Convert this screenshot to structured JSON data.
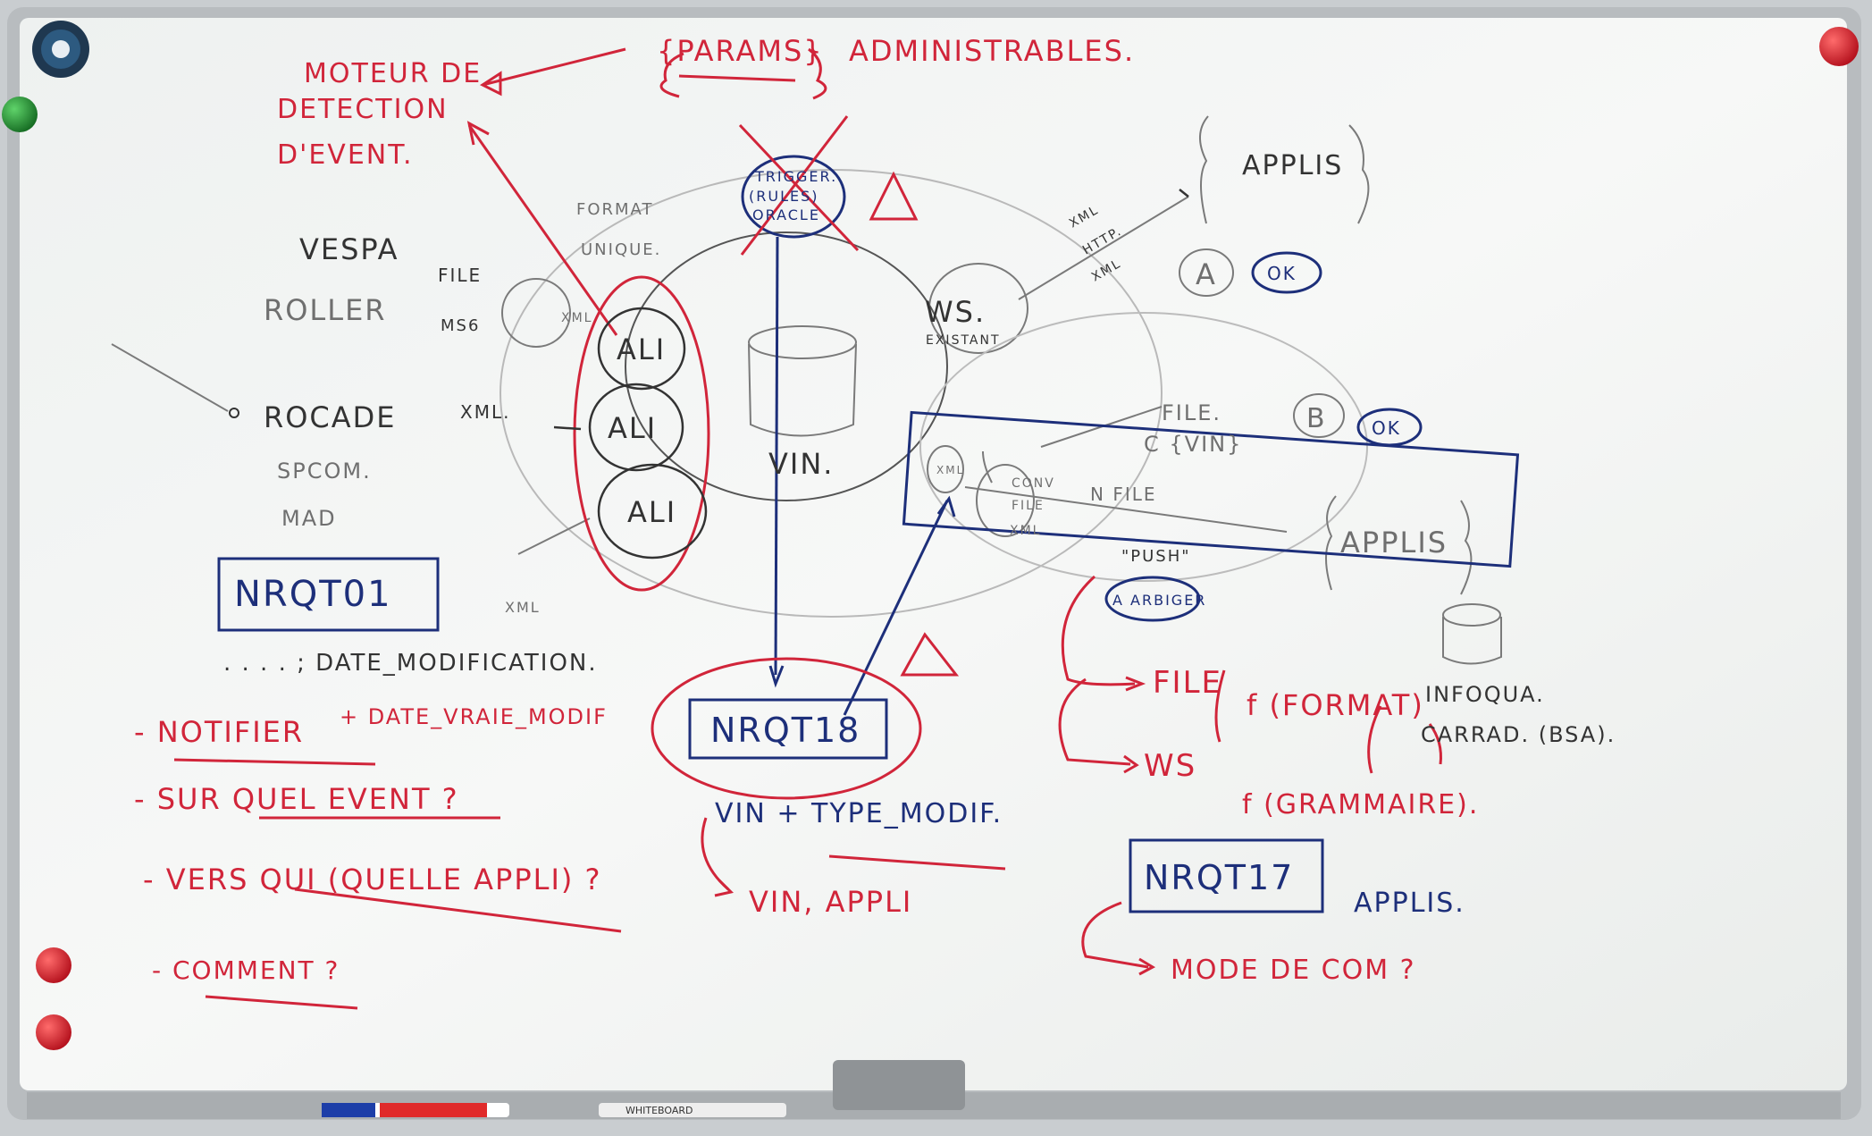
{
  "board": {
    "colors": {
      "red_marker": "#d1253a",
      "blue_marker": "#1d2f7a",
      "gray_marker": "#6f6f6f",
      "black_marker": "#333333",
      "board": "#f4f6f5",
      "frame": "#b8bcbf"
    }
  },
  "top": {
    "params": "{PARAMS}",
    "administrables": "ADMINISTRABLES.",
    "moteur": "MOTEUR DE",
    "detection": "DETECTION",
    "devent": "D'EVENT.",
    "trigger_1": "TRIGGER.",
    "trigger_2": "(RULES)",
    "trigger_3": "ORACLE"
  },
  "left": {
    "vespa": "VESPA",
    "roller": "ROLLER",
    "file": "FILE",
    "ms6": "MS6",
    "xml_small": "XML",
    "format": "FORMAT",
    "unique": "UNIQUE.",
    "rocade": "ROCADE",
    "xml": "XML.",
    "specom": "SPCOM.",
    "mad": "MAD",
    "ali_1": "ALI",
    "ali_2": "ALI",
    "ali_3": "ALI",
    "vin": "VIN.",
    "xml_lower": "XML"
  },
  "nrqt01": {
    "label": "NRQT01",
    "line1": ". . . . ; DATE_MODIFICATION.",
    "line2": "+ DATE_VRAIE_MODIF"
  },
  "nrqt18": {
    "label": "NRQT18",
    "vin_type": "VIN + TYPE_MODIF.",
    "vin_appli": "VIN, APPLI"
  },
  "questions": {
    "notifier": "- NOTIFIER",
    "sur_quel": "- SUR QUEL EVENT ?",
    "vers_qui": "- VERS QUI (QUELLE APPLI) ?",
    "comment": "- COMMENT ?"
  },
  "right": {
    "ws": "WS.",
    "existant": "EXISTANT",
    "xml_http_1": "XML",
    "xml_http_2": "HTTP.",
    "xml_http_3": "XML",
    "applis_top": "APPLIS",
    "a": "A",
    "ok_a": "OK",
    "b": "B",
    "ok_b": "OK",
    "file_c": "FILE.",
    "c_vin": "C {VIN}",
    "xml_small": "XML",
    "conv_1": "CONV",
    "conv_2": "FILE",
    "conv_3": "XML",
    "n_file": "N FILE",
    "applis_box": "APPLIS",
    "push": "\"PUSH\"",
    "a_arbiger": "A ARBIGER",
    "file_f": "FILE",
    "f_format": "f (FORMAT)",
    "ws_f": "WS",
    "f_grammaire": "f (GRAMMAIRE).",
    "infoqua": "INFOQUA.",
    "carrad": "CARRAD. (BSA).",
    "nrqt17": "NRQT17",
    "applis_bottom": "APPLIS.",
    "mode_com": "MODE DE COM ?"
  },
  "tray": {
    "marker_blue": "",
    "marker_red": "",
    "marker_black": "WHITEBOARD"
  }
}
